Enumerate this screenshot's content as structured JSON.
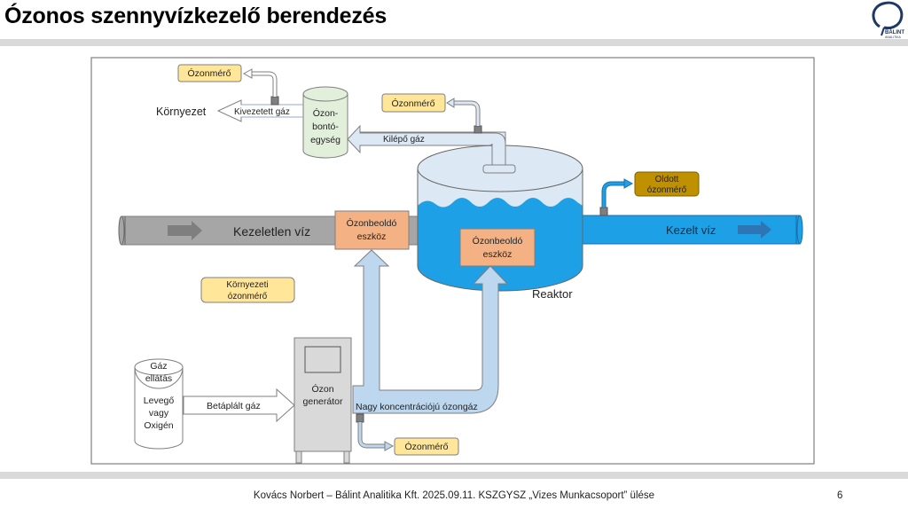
{
  "slide": {
    "title": "Ózonos szennyvízkezelő berendezés",
    "logo_text": "BÁLINT",
    "logo_subtext": "ANALITIKA",
    "footer": "Kovács Norbert – Bálint Analitika Kft. 2025.09.11. KSZGYSZ „Vizes Munkacsoport” ülése",
    "page_number": "6"
  },
  "diagram": {
    "colors": {
      "untreated_pipe": "#a6a6a6",
      "treated_pipe": "#1ea0e6",
      "reactor_water": "#1ea0e6",
      "reactor_top": "#dce9f5",
      "gas_pipe": "#bdd7ee",
      "meter_box": "#ffe699",
      "dissolved_meter_box": "#bf9000",
      "dissolver_box": "#f4b183",
      "destructor": "#e2efda",
      "generator": "#d9d9d9"
    },
    "labels": {
      "untreated_water": "Kezeletlen víz",
      "treated_water": "Kezelt víz",
      "dissolver_inline_1": "Ózonbeoldó",
      "dissolver_inline_2": "eszköz",
      "dissolver_reactor_1": "Ózonbeoldó",
      "dissolver_reactor_2": "eszköz",
      "reactor": "Reaktor",
      "exit_gas": "Kilépő gáz",
      "vented_gas": "Kivezetett gáz",
      "environment": "Környezet",
      "destructor_1": "Ózon-",
      "destructor_2": "bontó-",
      "destructor_3": "egység",
      "meter_top_left": "Ózonmérő",
      "meter_top_mid": "Ózonmérő",
      "meter_bottom": "Ózonmérő",
      "dissolved_meter_1": "Oldott",
      "dissolved_meter_2": "ózonmérő",
      "ambient_meter_1": "Környezeti",
      "ambient_meter_2": "ózonmérő",
      "gas_supply_1": "Gáz",
      "gas_supply_2": "ellátás",
      "gas_supply_3": "Levegő",
      "gas_supply_4": "vagy",
      "gas_supply_5": "Oxigén",
      "feed_gas": "Betáplált gáz",
      "generator_1": "Ózon",
      "generator_2": "generátor",
      "high_conc_gas": "Nagy koncentrációjú ózongáz"
    }
  }
}
